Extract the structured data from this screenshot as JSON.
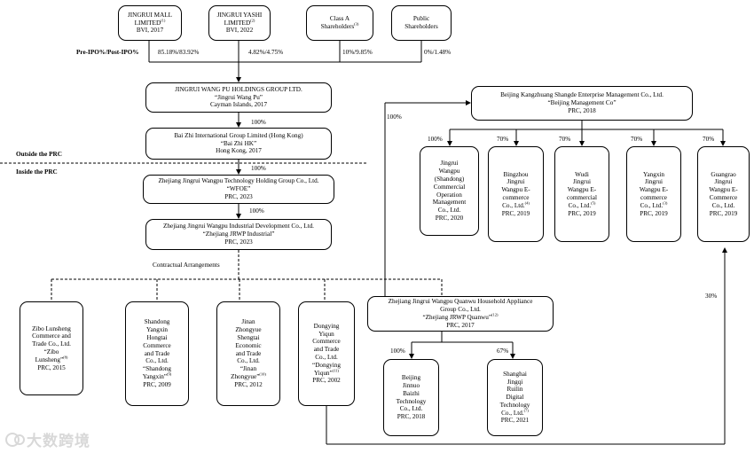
{
  "boxes": {
    "mall": [
      "JINGRUI MALL",
      "LIMITED",
      "BVI, 2017"
    ],
    "mall_sup": "(1)",
    "yashi": [
      "JINGRUI YASHI",
      "LIMITED",
      "BVI, 2022"
    ],
    "yashi_sup": "(2)",
    "classa": [
      "Class A",
      "Shareholders"
    ],
    "classa_sup": "(3)",
    "public": [
      "Public",
      "Shareholders"
    ],
    "holdings": [
      "JINGRUI WANG PU HOLDINGS GROUP LTD.",
      "“Jingrui Wang Pu”",
      "Cayman Islands, 2017"
    ],
    "baizhi": [
      "Bai Zhi International Group Limited (Hong Kong)",
      "“Bai Zhi HK”",
      "Hong Kong, 2017"
    ],
    "wfoe": [
      "Zhejiang Jingrui Wangpu Technology Holding Group Co., Ltd.",
      "“WFOE”",
      "PRC, 2023"
    ],
    "industrial": [
      "Zhejiang Jingrui Wangpu Industrial Development Co., Ltd.",
      "“Zhejiang JRWP Industrial”",
      "PRC, 2023"
    ],
    "kangzhuang": [
      "Beijing Kangzhuang Shangde Enterprise Management Co., Ltd.",
      "“Beijing Management Co”",
      "PRC, 2018"
    ],
    "wangpu_shandong": [
      "Jingrui",
      "Wangpu",
      "(Shandong)",
      "Commercial",
      "Operation",
      "Management",
      "Co., Ltd.",
      "PRC, 2020"
    ],
    "binzhou": [
      "Bingzhou",
      "Jingrui",
      "Wangpu E-",
      "commerce",
      "Co., Ltd.",
      "PRC, 2019"
    ],
    "binzhou_sup": "(4)",
    "wudi": [
      "Wudi",
      "Jingrui",
      "Wangpu E-",
      "commercial",
      "Co., Ltd.",
      "PRC, 2019"
    ],
    "wudi_sup": "(5)",
    "yangxin": [
      "Yangxin",
      "Jingrui",
      "Wangpu E-",
      "commerce",
      "Co., Ltd.",
      "PRC, 2019"
    ],
    "yangxin_sup": "(3)",
    "guangrao": [
      "Guangrao",
      "Jingrui",
      "Wangpu E-",
      "Commerce",
      "Co., Ltd.",
      "PRC, 2019"
    ],
    "zibo": [
      "Zibo Lunsheng",
      "Commerce and",
      "Trade Co., Ltd.",
      "“Zibo",
      "Lunsheng”",
      "PRC, 2015"
    ],
    "zibo_sup": "(8)",
    "hongtai": [
      "Shandong",
      "Yangxin",
      "Hongtai",
      "Commerce",
      "and Trade",
      "Co., Ltd.",
      "“Shandong",
      "Yangxin”",
      "PRC, 2009"
    ],
    "hongtai_sup": "(9)",
    "shengtai": [
      "Jinan",
      "Zhongyue",
      "Shengtai",
      "Economic",
      "and Trade",
      "Co., Ltd.",
      "“Jinan",
      "Zhongyue”",
      "PRC, 2012"
    ],
    "shengtai_sup": "(10)",
    "yiqun": [
      "Dongying",
      "Yiqun",
      "Commerce",
      "and Trade",
      "Co., Ltd.",
      "“Dongying",
      "Yiqun”",
      "PRC, 2002"
    ],
    "yiqun_sup": "(11)",
    "quanwu": [
      "Zhejiang Jingrui Wangpu Quanwu Household Appliance",
      "Group Co., Ltd.",
      "“Zhejiang JRWP Quanwu”",
      "PRC, 2017"
    ],
    "quanwu_sup": "(12)",
    "jinnuo": [
      "Beijing",
      "Jinnuo",
      "Baizhi",
      "Technology",
      "Co., Ltd.",
      "PRC, 2018"
    ],
    "ruilin": [
      "Shanghai",
      "Jingqi",
      "Ruilin",
      "Digital",
      "Technology",
      "Co., Ltd.",
      "PRC, 2021"
    ],
    "ruilin_sup": "(7)"
  },
  "labels": {
    "ipo_header": "Pre-IPO%/Post-IPO%",
    "mall_pct": "85.18%/83.92%",
    "yashi_pct": "4.82%/4.75%",
    "classa_pct": "10%/9.85%",
    "public_pct": "0%/1.48%",
    "pct_baizhi": "100%",
    "pct_wfoe": "100%",
    "pct_industrial": "100%",
    "outside": "Outside the PRC",
    "inside": "Inside the PRC",
    "contractual": "Contractual Arrangements",
    "pct_kangzhuang": "100%",
    "pct_wangpu_shandong": "100%",
    "pct_binzhou": "70%",
    "pct_wudi": "70%",
    "pct_yangxin": "70%",
    "pct_guangrao": "70%",
    "pct_30": "30%",
    "pct_jinnuo": "100%",
    "pct_ruilin": "67%"
  },
  "watermark": "大数跨境"
}
